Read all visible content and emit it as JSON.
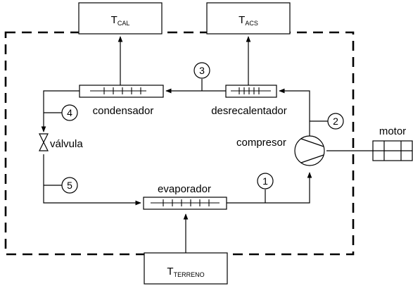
{
  "reservoirs": {
    "calefaccion": {
      "main": "T",
      "sub": "CAL"
    },
    "acs": {
      "main": "T",
      "sub": "ACS"
    },
    "terreno": {
      "main": "T",
      "sub": "TERRENO"
    }
  },
  "components": {
    "condensador": "condensador",
    "desrecalentador": "desrecalentador",
    "valvula": "válvula",
    "compresor": "compresor",
    "evaporador": "evaporador",
    "motor": "motor"
  },
  "states": [
    "1",
    "2",
    "3",
    "4",
    "5"
  ],
  "colors": {
    "line": "#000000",
    "background": "#ffffff"
  }
}
